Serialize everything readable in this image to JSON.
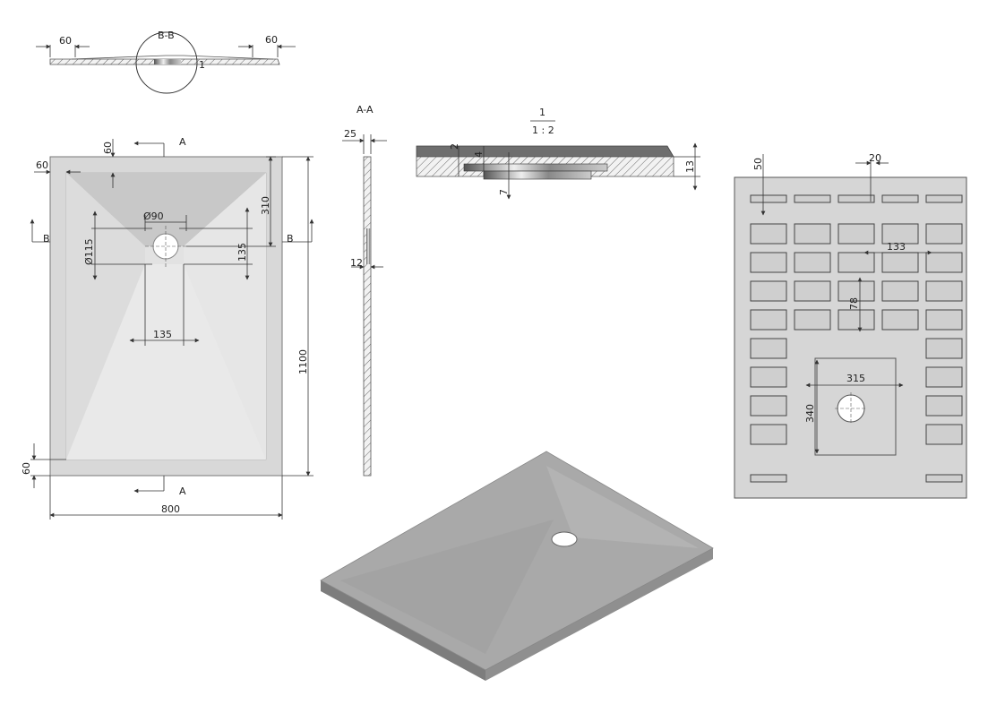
{
  "section_bb": {
    "label": "B-B",
    "left_dim": "60",
    "right_dim": "60",
    "callout": "1"
  },
  "top_view": {
    "section_a": "A",
    "section_b": "B",
    "dims": {
      "top_margin": "60",
      "left_margin": "60",
      "bottom_margin": "60",
      "drain_to_top": "310",
      "drain_diameter": "Ø90",
      "drain_offset_vertical": "135",
      "drain_outer": "Ø115",
      "drain_offset_horizontal": "135",
      "length": "1100",
      "width": "800"
    }
  },
  "section_aa": {
    "label": "A-A",
    "thickness": "25",
    "lip": "12"
  },
  "detail_1": {
    "label": "1",
    "scale": "1 : 2",
    "dims": {
      "a": "2",
      "b": "4",
      "c": "7",
      "d": "13"
    }
  },
  "bottom_view": {
    "dims": {
      "edge": "50",
      "rib": "20",
      "cell_w": "133",
      "cell_h": "78",
      "pad_w": "315",
      "pad_h": "340"
    }
  },
  "colors": {
    "tray_face": "#d8d8d8",
    "tray_inner": "#e2e2e2",
    "iso_top": "#a9a9a9",
    "iso_side": "#7d7d7d",
    "bottom_bg": "#d6d6d6",
    "hatch": "#555555"
  }
}
